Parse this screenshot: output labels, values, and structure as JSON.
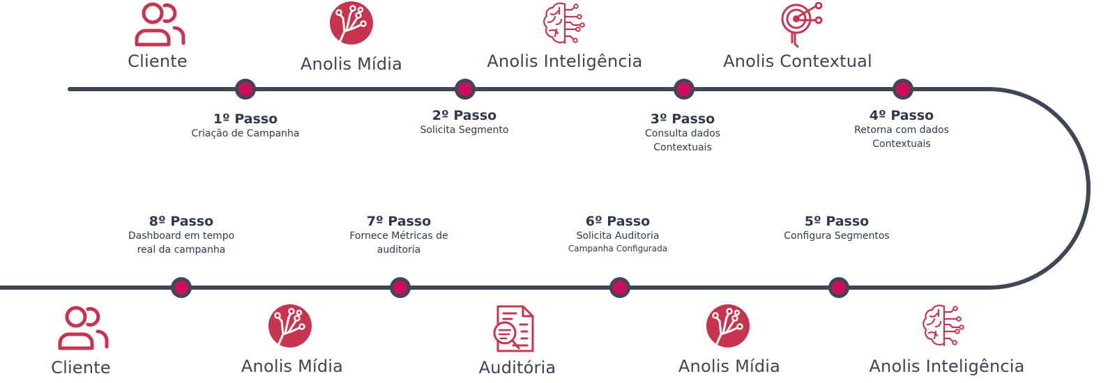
{
  "colors": {
    "track": "#3f4656",
    "accent": "#cc0f5c",
    "icon": "#c8344f",
    "text": "#2e3a4b"
  },
  "top": {
    "entities": [
      {
        "label": "Cliente",
        "icon": "users-icon"
      },
      {
        "label": "Anolis Mídia",
        "icon": "hand-network-icon"
      },
      {
        "label": "Anolis Inteligência",
        "icon": "brain-circuit-icon"
      },
      {
        "label": "Anolis Contextual",
        "icon": "target-search-icon"
      }
    ],
    "steps": [
      {
        "title": "1º Passo",
        "lines": [
          "Criação de Campanha"
        ]
      },
      {
        "title": "2º Passo",
        "lines": [
          "Solicita Segmento"
        ]
      },
      {
        "title": "3º Passo",
        "lines": [
          "Consulta dados",
          "Contextuais"
        ]
      },
      {
        "title": "4º Passo",
        "lines": [
          "Retorna com dados",
          "Contextuais"
        ]
      }
    ]
  },
  "bottom": {
    "steps": [
      {
        "title": "8º Passo",
        "lines": [
          "Dashboard em tempo",
          "real da campanha"
        ]
      },
      {
        "title": "7º Passo",
        "lines": [
          "Fornece Métricas de",
          "auditoria"
        ]
      },
      {
        "title": "6º Passo",
        "lines": [
          "Solicita Auditoria"
        ],
        "sub": "Campanha Configurada"
      },
      {
        "title": "5º Passo",
        "lines": [
          "Configura Segmentos"
        ]
      }
    ],
    "entities": [
      {
        "label": "Cliente",
        "icon": "users-icon"
      },
      {
        "label": "Anolis Mídia",
        "icon": "hand-network-icon"
      },
      {
        "label": "Auditória",
        "icon": "document-search-icon"
      },
      {
        "label": "Anolis Mídia",
        "icon": "hand-network-icon"
      },
      {
        "label": "Anolis Inteligência",
        "icon": "brain-circuit-icon"
      }
    ]
  }
}
